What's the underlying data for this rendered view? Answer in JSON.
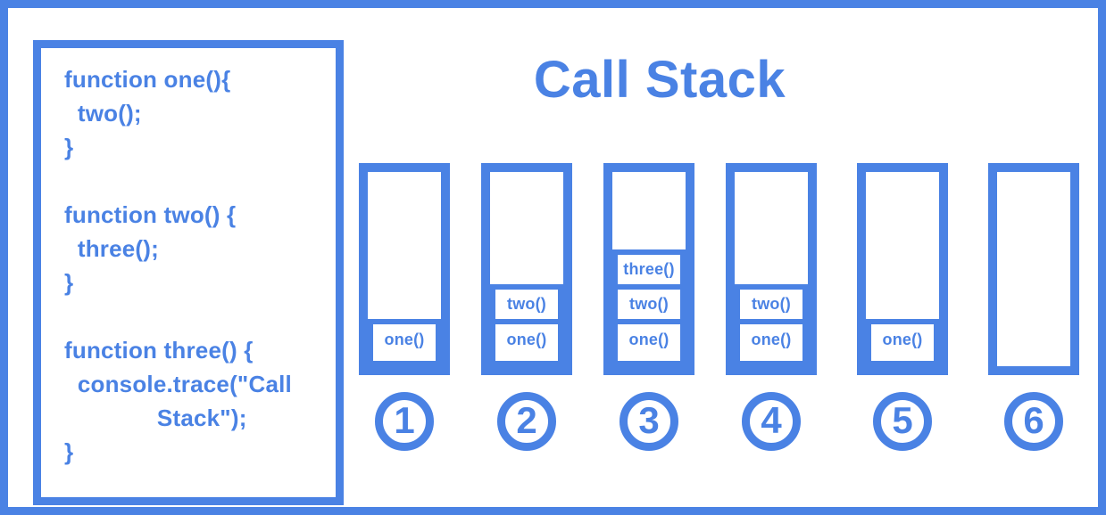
{
  "accent_color": "#4a82e4",
  "title": "Call Stack",
  "code_panel": {
    "lines": [
      "function one(){",
      "  two();",
      "}",
      "",
      "function two() {",
      "  three();",
      "}",
      "",
      "function three() {",
      "  console.trace(\"Call",
      "              Stack\");",
      "}"
    ]
  },
  "stacks": [
    {
      "label": "1",
      "frames": [
        "one()"
      ]
    },
    {
      "label": "2",
      "frames": [
        "two()",
        "one()"
      ]
    },
    {
      "label": "3",
      "frames": [
        "three()",
        "two()",
        "one()"
      ]
    },
    {
      "label": "4",
      "frames": [
        "two()",
        "one()"
      ]
    },
    {
      "label": "5",
      "frames": [
        "one()"
      ]
    },
    {
      "label": "6",
      "frames": []
    }
  ]
}
